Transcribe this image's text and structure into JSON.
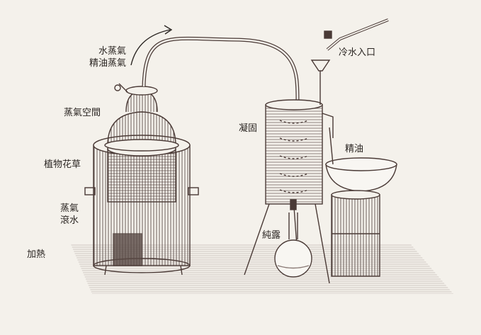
{
  "labels": {
    "steam_out": [
      "水蒸氣",
      "精油蒸氣"
    ],
    "steam_space": "蒸氣空間",
    "plants": "植物花草",
    "boiling": [
      "蒸氣",
      "滾水"
    ],
    "heat": "加熱",
    "condense": "凝固",
    "cold_water_in": "冷水入口",
    "essential_oil": "精油",
    "hydrosol": "純露"
  },
  "colors": {
    "ink": "#4a3a36",
    "paper": "#f4f1eb",
    "label": "#2a2522"
  }
}
